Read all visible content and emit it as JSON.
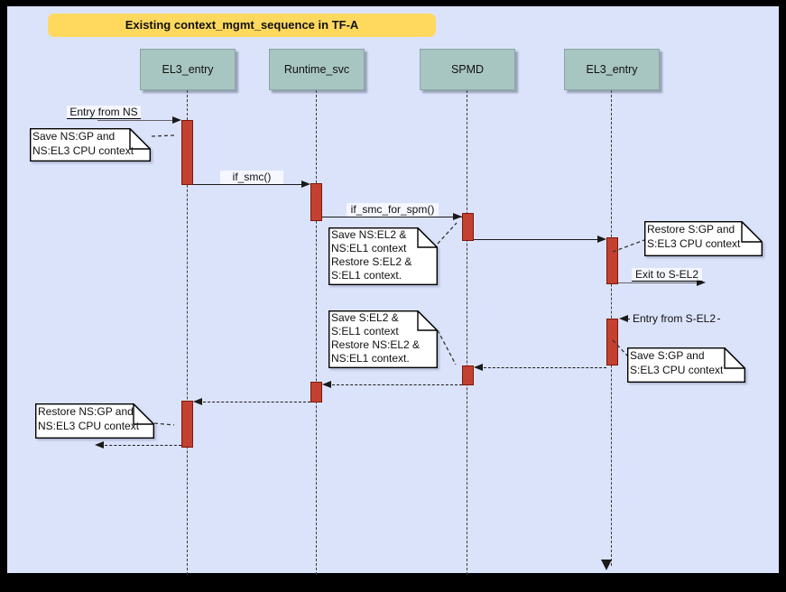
{
  "colors": {
    "frame": "#000000",
    "canvas_bg": "#dbe3fb",
    "title_bg": "#ffd95e",
    "head_fill": "#a8c6c1",
    "head_border": "#8aa7a2",
    "activation_fill": "#c24130",
    "activation_border": "#7f170a",
    "note_fill": "#ffffff",
    "line_dark": "#1a1a1a",
    "line_gray": "#666666"
  },
  "title": {
    "text": "Existing context_mgmt_sequence in TF-A"
  },
  "lifelines": [
    {
      "label": "EL3_entry"
    },
    {
      "label": "Runtime_svc"
    },
    {
      "label": "SPMD"
    },
    {
      "label": "EL3_entry"
    }
  ],
  "messages": [
    {
      "label": "Entry from NS",
      "from": "NS world",
      "to": "EL3_entry",
      "style": "solid"
    },
    {
      "label": "if_smc()",
      "from": "EL3_entry",
      "to": "Runtime_svc",
      "style": "solid"
    },
    {
      "label": "if_smc_for_spm()",
      "from": "Runtime_svc",
      "to": "SPMD",
      "style": "solid"
    },
    {
      "label": "",
      "from": "SPMD",
      "to": "EL3_entry",
      "style": "solid"
    },
    {
      "label": "Exit to S-EL2",
      "from": "EL3_entry",
      "to": "S-EL2",
      "style": "solid"
    },
    {
      "label": "Entry from S-EL2",
      "from": "S-EL2",
      "to": "EL3_entry",
      "style": "dashed"
    },
    {
      "label": "",
      "from": "EL3_entry",
      "to": "SPMD",
      "style": "dashed"
    },
    {
      "label": "",
      "from": "SPMD",
      "to": "Runtime_svc",
      "style": "dashed"
    },
    {
      "label": "",
      "from": "Runtime_svc",
      "to": "EL3_entry",
      "style": "dashed"
    },
    {
      "label": "",
      "from": "EL3_entry",
      "to": "NS world",
      "style": "dashed"
    }
  ],
  "notes": [
    {
      "lines": [
        "Save NS:GP and",
        "NS:EL3 CPU context"
      ]
    },
    {
      "lines": [
        "Save NS:EL2 &",
        "NS:EL1 context",
        "Restore S:EL2 &",
        "S:EL1 context."
      ]
    },
    {
      "lines": [
        "Restore S:GP and",
        "S:EL3 CPU context"
      ]
    },
    {
      "lines": [
        "Save S:GP and",
        "S:EL3 CPU context"
      ]
    },
    {
      "lines": [
        "Save S:EL2 &",
        "S:EL1 context",
        "Restore NS:EL2 &",
        "NS:EL1 context."
      ]
    },
    {
      "lines": [
        "Restore NS:GP and",
        "NS:EL3 CPU context"
      ]
    }
  ]
}
